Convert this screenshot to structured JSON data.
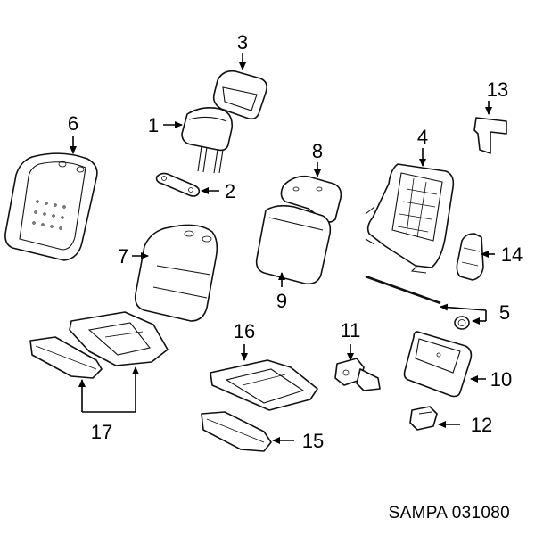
{
  "callouts": {
    "c1": "1",
    "c2": "2",
    "c3": "3",
    "c4": "4",
    "c5": "5",
    "c6": "6",
    "c7": "7",
    "c8": "8",
    "c9": "9",
    "c10": "10",
    "c11": "11",
    "c12": "12",
    "c13": "13",
    "c14": "14",
    "c15": "15",
    "c16": "16",
    "c17": "17"
  },
  "watermark": "SAMPA 031080"
}
